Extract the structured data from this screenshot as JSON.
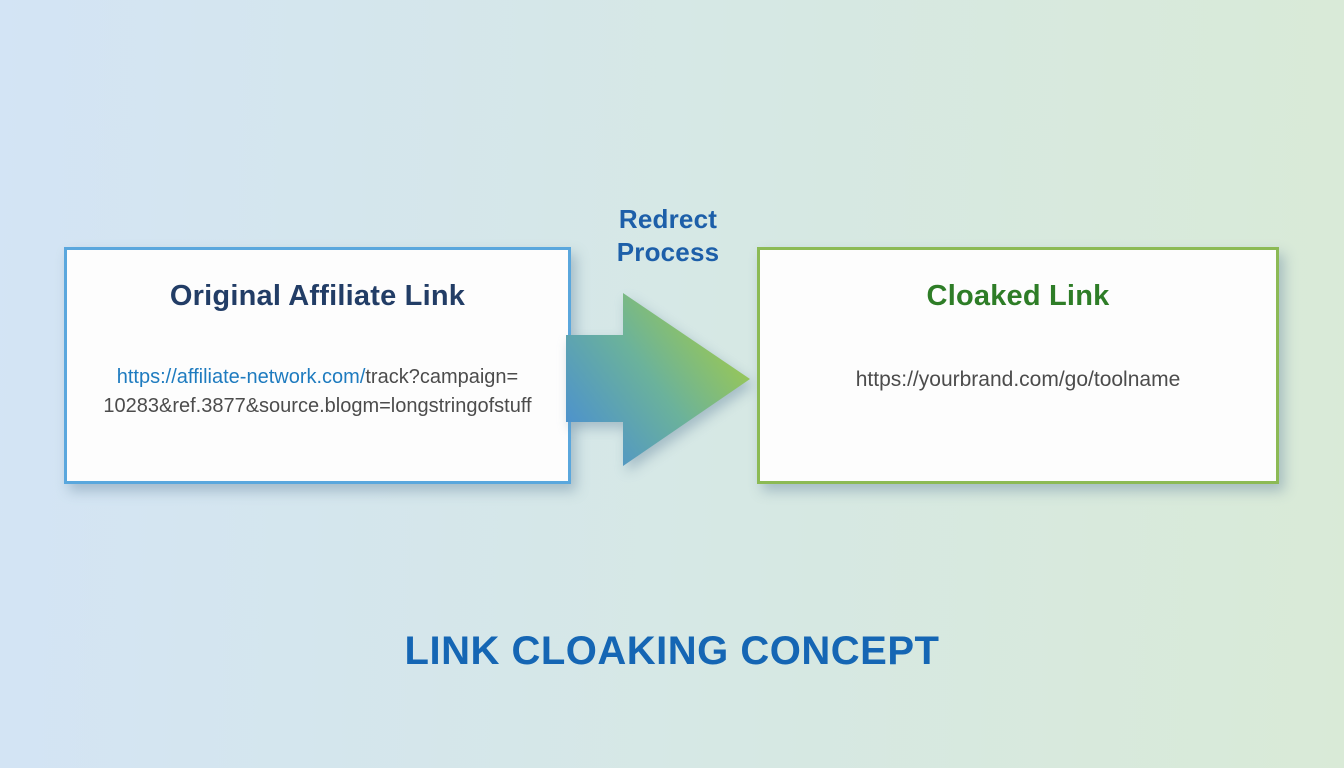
{
  "title": "LINK CLOAKING CONCEPT",
  "background": {
    "gradient_start": "#d3e4f5",
    "gradient_end": "#d9ead7"
  },
  "arrow": {
    "label_line1": "Redrect",
    "label_line2": "Process",
    "gradient_start": "#4a8fd1",
    "gradient_mid": "#6bb29b",
    "gradient_end": "#a8ce3f"
  },
  "original_link_box": {
    "title": "Original Affiliate Link",
    "url_highlight": "https://affiliate-network.com/",
    "url_plain": "track?campaign=",
    "url_line2": "10283&ref.3877&source.blogm=longstringofstuff",
    "border_color": "#5aa7dd",
    "title_color": "#223d66"
  },
  "cloaked_link_box": {
    "title": "Cloaked Link",
    "url": "https://yourbrand.com/go/toolname",
    "border_color": "#8cba55",
    "title_color": "#2e7d27"
  },
  "colors": {
    "label_blue": "#1d5fa9",
    "title_blue": "#1566b4",
    "link_blue": "#1e7bbf",
    "url_gray": "#4c4c4c"
  }
}
